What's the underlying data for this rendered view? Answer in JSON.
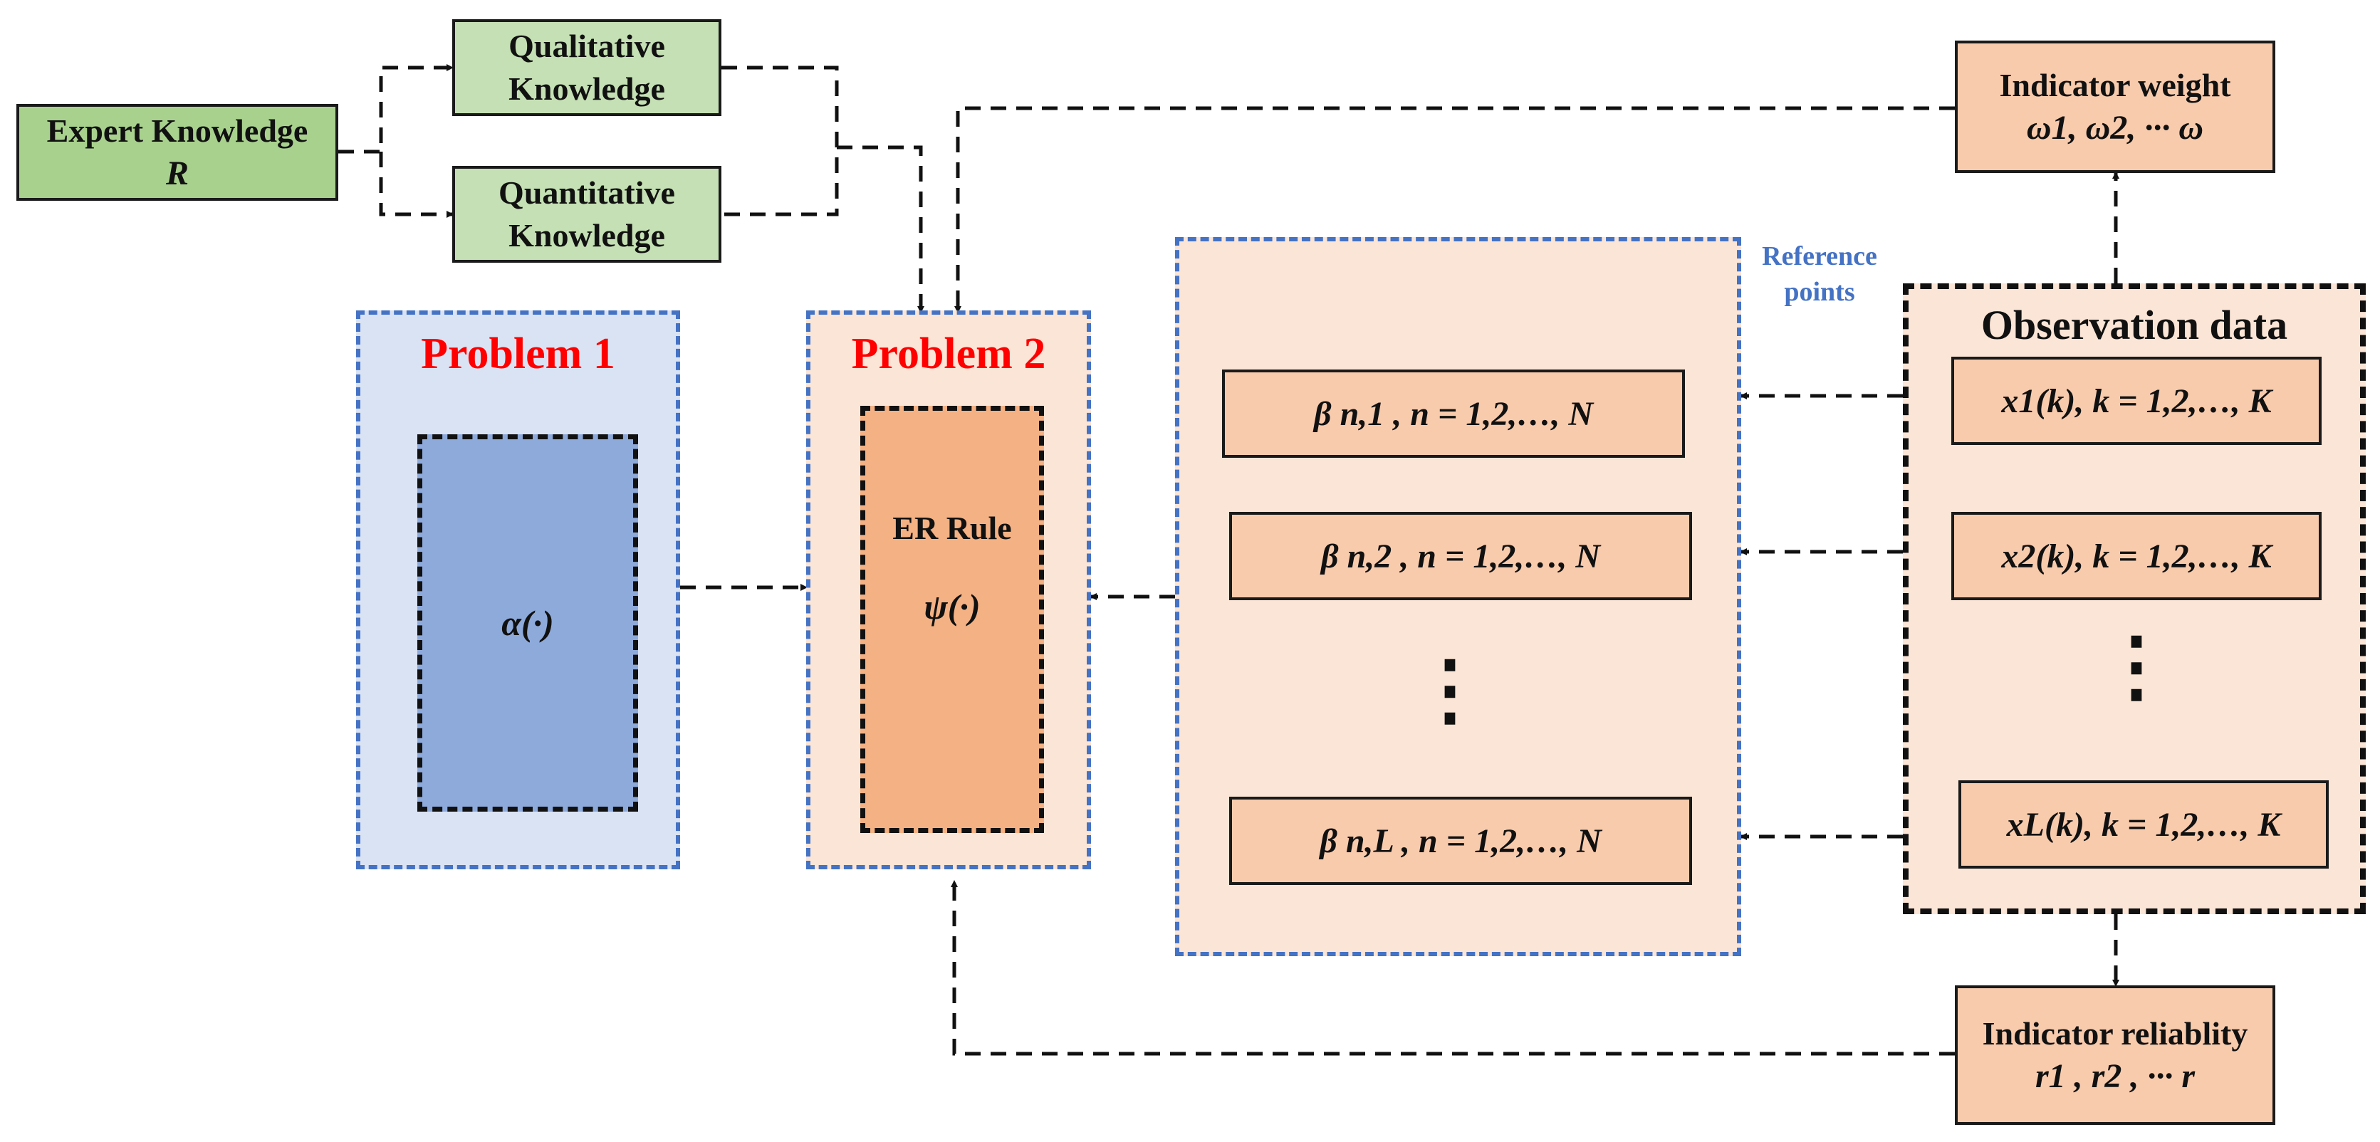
{
  "expert_knowledge": {
    "title": "Expert Knowledge",
    "symbol": "R"
  },
  "qualitative": {
    "line1": "Qualitative",
    "line2": "Knowledge"
  },
  "quantitative": {
    "line1": "Quantitative",
    "line2": "Knowledge"
  },
  "problem1": {
    "title": "Problem 1",
    "function": "α(·)"
  },
  "problem2": {
    "title": "Problem 2",
    "rule_label": "ER Rule",
    "function": "ψ(·)"
  },
  "reference_points": {
    "label_line1": "Reference",
    "label_line2": "points",
    "items": [
      "β n,1 , n = 1,2,…, N",
      "β n,2 , n = 1,2,…, N",
      "β n,L , n = 1,2,…, N"
    ],
    "ellipsis": "⋮"
  },
  "observation": {
    "title": "Observation data",
    "items": [
      "x1(k), k = 1,2,…, K",
      "x2(k), k = 1,2,…, K",
      "xL(k), k = 1,2,…, K"
    ],
    "ellipsis": "⋮"
  },
  "indicator_weight": {
    "title": "Indicator weight",
    "symbols": "ω1, ω2, ··· ω"
  },
  "indicator_reliability": {
    "title": "Indicator reliablity",
    "symbols": "r1 , r2 , ··· r"
  },
  "colors": {
    "red_title": "#ff0000",
    "blue_dashed": "#4472c4",
    "green": "#a9d18e",
    "light_green": "#c5e0b4",
    "orange": "#f8cbad",
    "peach": "#fbe5d6",
    "light_blue": "#dae3f3",
    "mid_blue": "#8eaadb",
    "dark_orange": "#f4b183"
  }
}
